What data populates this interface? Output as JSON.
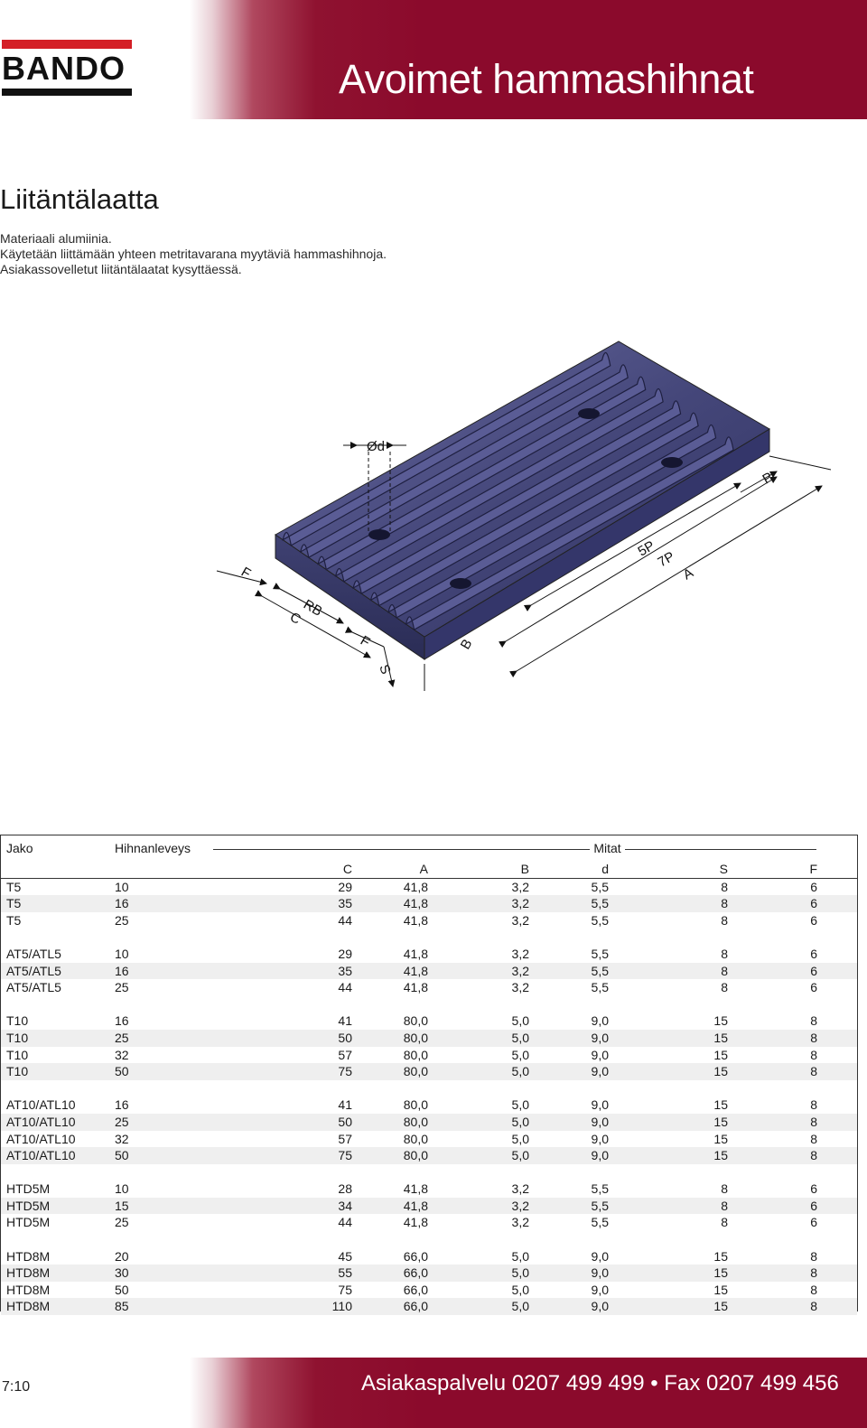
{
  "header": {
    "brand": "BANDO",
    "title": "Avoimet hammashihnat"
  },
  "section": {
    "title": "Liitäntälaatta",
    "lines": [
      "Materiaali alumiinia.",
      "Käytetään liittämään yhteen metritavarana myytäviä hammashihnoja.",
      "Asiakassovelletut liitäntälaatat kysyttäessä."
    ]
  },
  "diagram": {
    "labels": {
      "d": "Ød",
      "p": "P",
      "p5": "5P",
      "p7": "7P",
      "a": "A",
      "f1": "F",
      "rb": "RB",
      "c": "C",
      "f2": "F",
      "s": "S",
      "b": "B"
    }
  },
  "table": {
    "headers": {
      "jako": "Jako",
      "width": "Hihnanleveys",
      "mitat": "Mitat",
      "cols": [
        "C",
        "A",
        "B",
        "d",
        "S",
        "F"
      ]
    },
    "groups": [
      {
        "rows": [
          [
            "T5",
            "10",
            "29",
            "41,8",
            "3,2",
            "5,5",
            "8",
            "6"
          ],
          [
            "T5",
            "16",
            "35",
            "41,8",
            "3,2",
            "5,5",
            "8",
            "6"
          ],
          [
            "T5",
            "25",
            "44",
            "41,8",
            "3,2",
            "5,5",
            "8",
            "6"
          ]
        ]
      },
      {
        "rows": [
          [
            "AT5/ATL5",
            "10",
            "29",
            "41,8",
            "3,2",
            "5,5",
            "8",
            "6"
          ],
          [
            "AT5/ATL5",
            "16",
            "35",
            "41,8",
            "3,2",
            "5,5",
            "8",
            "6"
          ],
          [
            "AT5/ATL5",
            "25",
            "44",
            "41,8",
            "3,2",
            "5,5",
            "8",
            "6"
          ]
        ]
      },
      {
        "rows": [
          [
            "T10",
            "16",
            "41",
            "80,0",
            "5,0",
            "9,0",
            "15",
            "8"
          ],
          [
            "T10",
            "25",
            "50",
            "80,0",
            "5,0",
            "9,0",
            "15",
            "8"
          ],
          [
            "T10",
            "32",
            "57",
            "80,0",
            "5,0",
            "9,0",
            "15",
            "8"
          ],
          [
            "T10",
            "50",
            "75",
            "80,0",
            "5,0",
            "9,0",
            "15",
            "8"
          ]
        ]
      },
      {
        "rows": [
          [
            "AT10/ATL10",
            "16",
            "41",
            "80,0",
            "5,0",
            "9,0",
            "15",
            "8"
          ],
          [
            "AT10/ATL10",
            "25",
            "50",
            "80,0",
            "5,0",
            "9,0",
            "15",
            "8"
          ],
          [
            "AT10/ATL10",
            "32",
            "57",
            "80,0",
            "5,0",
            "9,0",
            "15",
            "8"
          ],
          [
            "AT10/ATL10",
            "50",
            "75",
            "80,0",
            "5,0",
            "9,0",
            "15",
            "8"
          ]
        ]
      },
      {
        "rows": [
          [
            "HTD5M",
            "10",
            "28",
            "41,8",
            "3,2",
            "5,5",
            "8",
            "6"
          ],
          [
            "HTD5M",
            "15",
            "34",
            "41,8",
            "3,2",
            "5,5",
            "8",
            "6"
          ],
          [
            "HTD5M",
            "25",
            "44",
            "41,8",
            "3,2",
            "5,5",
            "8",
            "6"
          ]
        ]
      },
      {
        "rows": [
          [
            "HTD8M",
            "20",
            "45",
            "66,0",
            "5,0",
            "9,0",
            "15",
            "8"
          ],
          [
            "HTD8M",
            "30",
            "55",
            "66,0",
            "5,0",
            "9,0",
            "15",
            "8"
          ],
          [
            "HTD8M",
            "50",
            "75",
            "66,0",
            "5,0",
            "9,0",
            "15",
            "8"
          ],
          [
            "HTD8M",
            "85",
            "110",
            "66,0",
            "5,0",
            "9,0",
            "15",
            "8"
          ]
        ]
      }
    ]
  },
  "footer": {
    "page": "7:10",
    "contact": "Asiakaspalvelu 0207 499 499 • Fax 0207 499 456"
  },
  "colors": {
    "brand_red": "#8b0a2c",
    "logo_red": "#d41f26",
    "plate": "#4b4d83"
  }
}
